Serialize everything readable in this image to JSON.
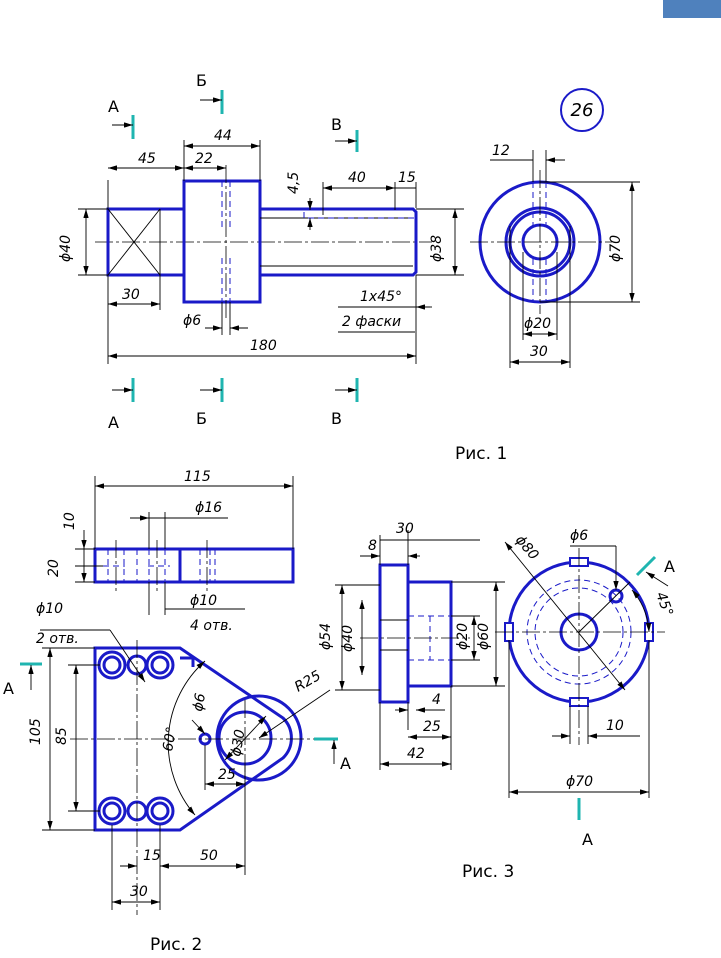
{
  "sheet_number": "26",
  "colors": {
    "object_lines": "#1a1ac8",
    "section_marks": "#1fb5b0",
    "corner_tab": "#4f81bd"
  },
  "fig1": {
    "caption": "Рис. 1",
    "sections": {
      "a": "А",
      "b": "Б",
      "v": "В"
    },
    "dims": {
      "d45": "45",
      "d44": "44",
      "d22": "22",
      "d4_5": "4,5",
      "d40top": "40",
      "d15": "15",
      "phi40": "ϕ40",
      "phi38": "ϕ38",
      "d30": "30",
      "phi6": "ϕ6",
      "chamfer": "1x45°",
      "chamfer_note": "2 фаски",
      "d180": "180",
      "d12": "12",
      "phi70": "ϕ70",
      "phi20": "ϕ20",
      "d30b": "30"
    }
  },
  "fig2": {
    "caption": "Рис. 2",
    "section": "А",
    "dims": {
      "d115": "115",
      "d10": "10",
      "phi16": "ϕ16",
      "d20": "20",
      "phi10b": "ϕ10",
      "holes4": "4 отв.",
      "phi10": "ϕ10",
      "holes2": "2 отв.",
      "d105": "105",
      "d85": "85",
      "d60deg": "60°",
      "phi6": "ϕ6",
      "phi30": "ϕ30",
      "r25": "R25",
      "d25": "25",
      "d15": "15",
      "d50": "50",
      "d30": "30"
    }
  },
  "fig3": {
    "caption": "Рис. 3",
    "section": "А",
    "dims": {
      "d30": "30",
      "d8": "8",
      "phi54": "ϕ54",
      "phi40": "ϕ40",
      "phi20": "ϕ20",
      "phi60": "ϕ60",
      "d4": "4",
      "d25": "25",
      "d42": "42",
      "phi80": "ϕ80",
      "phi6": "ϕ6",
      "d45deg": "45°",
      "d10": "10",
      "phi70": "ϕ70"
    }
  }
}
